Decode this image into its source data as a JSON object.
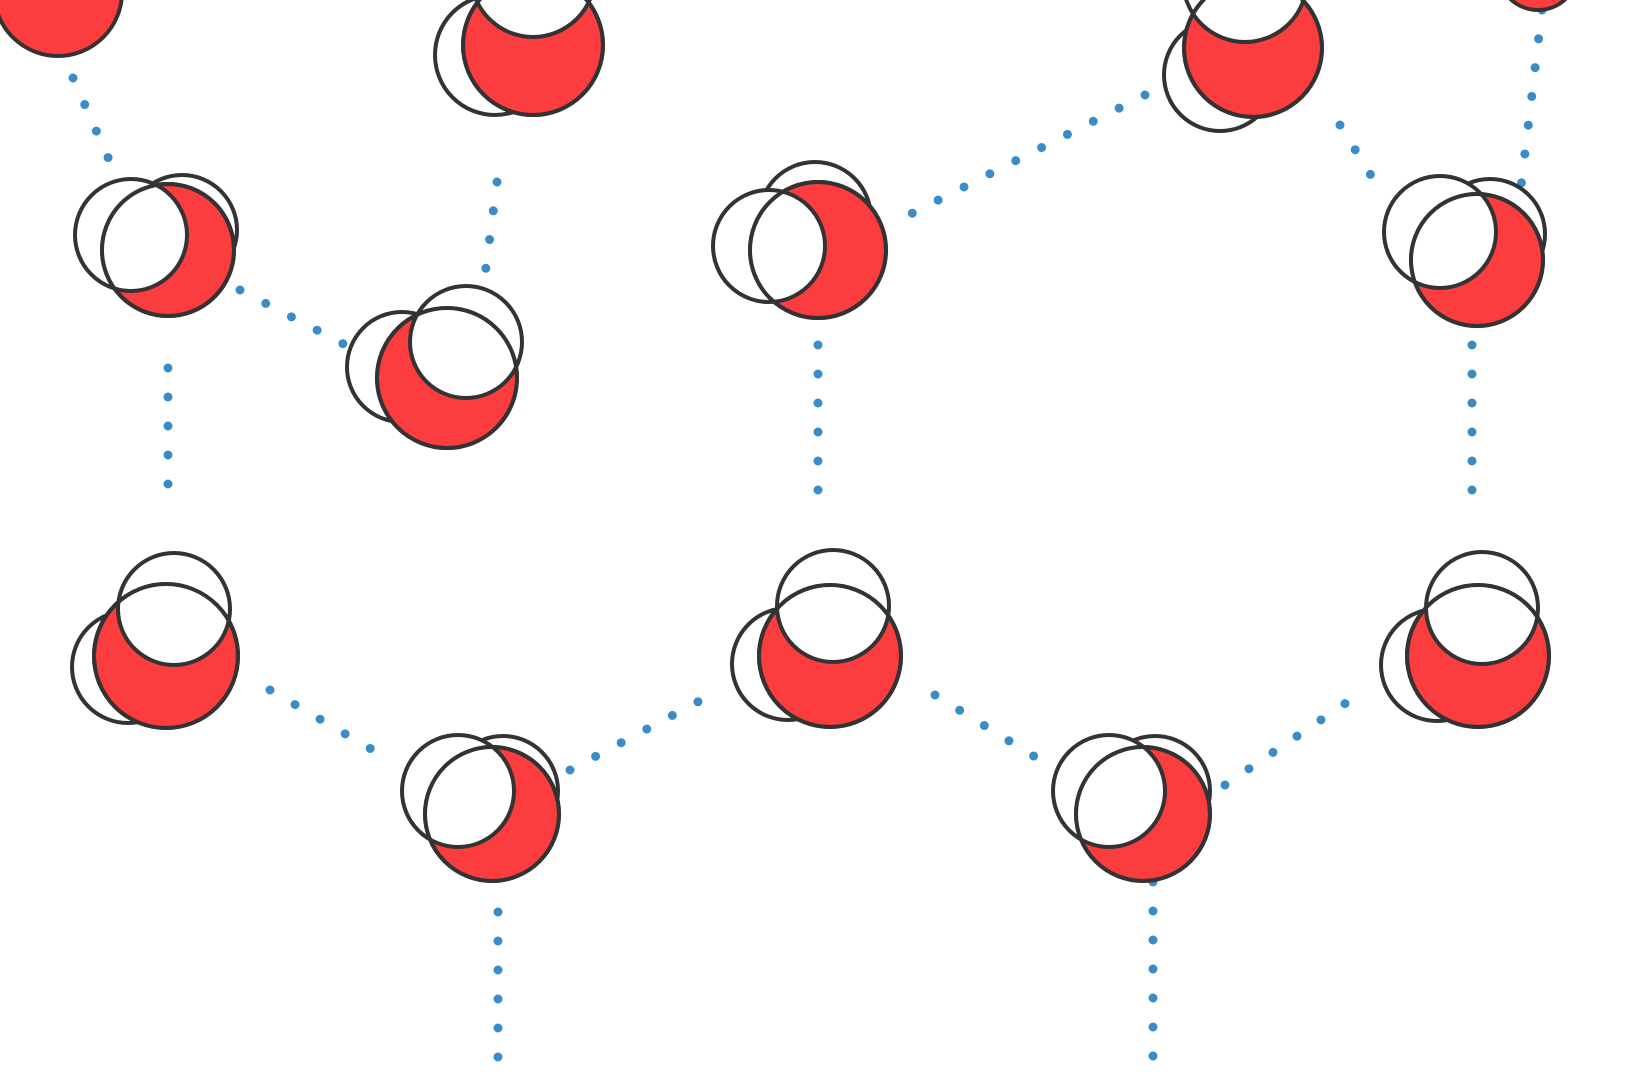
{
  "colors": {
    "background": "#ffffff",
    "oxygen": "#fc3d3f",
    "hydrogen": "#ffffff",
    "outline": "#333333",
    "hydrogen_bond": "#3a8cc8"
  },
  "molecule_kind": "water-molecule",
  "bond_kind": "hydrogen-bond",
  "molecule_count": 14,
  "bond_count": 20
}
